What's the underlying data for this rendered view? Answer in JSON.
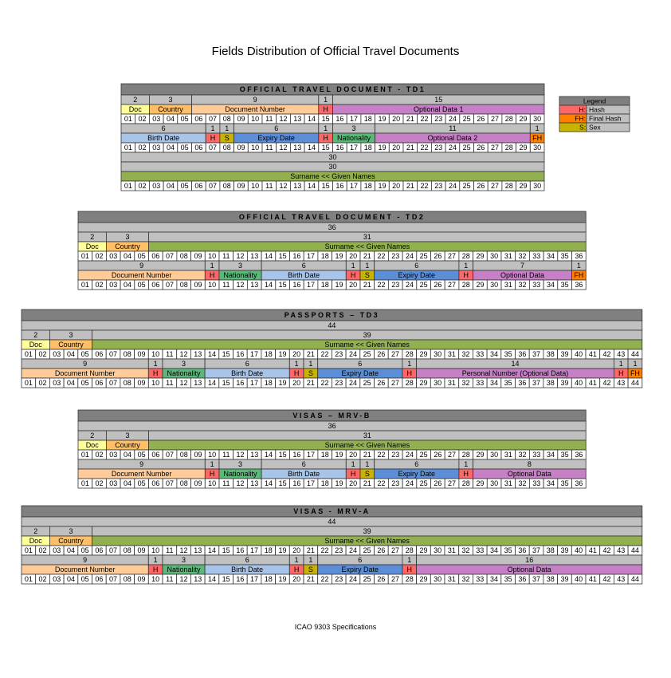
{
  "title": "Fields Distribution of Official Travel Documents",
  "footer": "ICAO 9303 Specifications",
  "colors": {
    "header": "#808080",
    "count": "#c0c0c0",
    "doc": "#ffff99",
    "country": "#ffbf66",
    "docnum": "#ffcc99",
    "optional": "#c680c6",
    "hash": "#ff6666",
    "finalhash": "#ff8000",
    "sex": "#c8b400",
    "date": "#a8c4e8",
    "expiry": "#5b8ed6",
    "nationality": "#5cb87a",
    "names": "#92b050",
    "cell": "#ffffff"
  },
  "legend": {
    "title": "Legend",
    "items": [
      {
        "key": "H",
        "label": "Hash",
        "color": "hash"
      },
      {
        "key": "FH",
        "label": "Final Hash",
        "color": "finalhash"
      },
      {
        "key": "S",
        "label": "Sex",
        "color": "sex"
      }
    ]
  },
  "documents": [
    {
      "header": "OFFICIAL   TRAVEL   DOCUMENT  -  TD1",
      "length": 30,
      "lines": [
        {
          "fields": [
            {
              "len": 2,
              "label": "Doc",
              "color": "doc"
            },
            {
              "len": 3,
              "label": "Country",
              "color": "country"
            },
            {
              "len": 9,
              "label": "Document Number",
              "color": "docnum"
            },
            {
              "len": 1,
              "label": "H",
              "color": "hash"
            },
            {
              "len": 15,
              "label": "Optional Data 1",
              "color": "optional"
            }
          ]
        },
        {
          "fields": [
            {
              "len": 6,
              "label": "Birth Date",
              "color": "date"
            },
            {
              "len": 1,
              "label": "H",
              "color": "hash"
            },
            {
              "len": 1,
              "label": "S",
              "color": "sex"
            },
            {
              "len": 6,
              "label": "Expiry Date",
              "color": "expiry"
            },
            {
              "len": 1,
              "label": "H",
              "color": "hash"
            },
            {
              "len": 3,
              "label": "Nationality",
              "color": "nationality"
            },
            {
              "len": 11,
              "label": "Optional Data 2",
              "color": "optional"
            },
            {
              "len": 1,
              "label": "FH",
              "color": "finalhash"
            }
          ]
        },
        {
          "total": "30",
          "fields": [
            {
              "len": 30,
              "label": "Surname << Given Names",
              "color": "names"
            }
          ]
        }
      ]
    },
    {
      "header": "OFFICIAL   TRAVEL   DOCUMENT  -  TD2",
      "length": 36,
      "lines": [
        {
          "total": "36",
          "fields": [
            {
              "len": 2,
              "label": "Doc",
              "color": "doc"
            },
            {
              "len": 3,
              "label": "Country",
              "color": "country"
            },
            {
              "len": 31,
              "label": "Surname << Given Names",
              "color": "names"
            }
          ]
        },
        {
          "fields": [
            {
              "len": 9,
              "label": "Document Number",
              "color": "docnum"
            },
            {
              "len": 1,
              "label": "H",
              "color": "hash"
            },
            {
              "len": 3,
              "label": "Nationality",
              "color": "nationality"
            },
            {
              "len": 6,
              "label": "Birth Date",
              "color": "date"
            },
            {
              "len": 1,
              "label": "H",
              "color": "hash"
            },
            {
              "len": 1,
              "label": "S",
              "color": "sex"
            },
            {
              "len": 6,
              "label": "Expiry Date",
              "color": "expiry"
            },
            {
              "len": 1,
              "label": "H",
              "color": "hash"
            },
            {
              "len": 7,
              "label": "Optional Data",
              "color": "optional"
            },
            {
              "len": 1,
              "label": "FH",
              "color": "finalhash"
            }
          ]
        }
      ]
    },
    {
      "header": "PASSPORTS  –  TD3",
      "length": 44,
      "lines": [
        {
          "total": "44",
          "fields": [
            {
              "len": 2,
              "label": "Doc",
              "color": "doc"
            },
            {
              "len": 3,
              "label": "Country",
              "color": "country"
            },
            {
              "len": 39,
              "label": "Surname << Given Names",
              "color": "names"
            }
          ]
        },
        {
          "fields": [
            {
              "len": 9,
              "label": "Document Number",
              "color": "docnum"
            },
            {
              "len": 1,
              "label": "H",
              "color": "hash"
            },
            {
              "len": 3,
              "label": "Nationality",
              "color": "nationality"
            },
            {
              "len": 6,
              "label": "Birth Date",
              "color": "date"
            },
            {
              "len": 1,
              "label": "H",
              "color": "hash"
            },
            {
              "len": 1,
              "label": "S",
              "color": "sex"
            },
            {
              "len": 6,
              "label": "Expiry Date",
              "color": "expiry"
            },
            {
              "len": 1,
              "label": "H",
              "color": "hash"
            },
            {
              "len": 14,
              "label": "Personal Number (Optional Data)",
              "color": "optional"
            },
            {
              "len": 1,
              "label": "H",
              "color": "hash"
            },
            {
              "len": 1,
              "label": "FH",
              "color": "finalhash"
            }
          ]
        }
      ]
    },
    {
      "header": "VISAS  –  MRV-B",
      "length": 36,
      "lines": [
        {
          "total": "36",
          "fields": [
            {
              "len": 2,
              "label": "Doc",
              "color": "doc"
            },
            {
              "len": 3,
              "label": "Country",
              "color": "country"
            },
            {
              "len": 31,
              "label": "Surname << Given Names",
              "color": "names"
            }
          ]
        },
        {
          "fields": [
            {
              "len": 9,
              "label": "Document Number",
              "color": "docnum"
            },
            {
              "len": 1,
              "label": "H",
              "color": "hash"
            },
            {
              "len": 3,
              "label": "Nationality",
              "color": "nationality"
            },
            {
              "len": 6,
              "label": "Birth Date",
              "color": "date"
            },
            {
              "len": 1,
              "label": "H",
              "color": "hash"
            },
            {
              "len": 1,
              "label": "S",
              "color": "sex"
            },
            {
              "len": 6,
              "label": "Expiry Date",
              "color": "expiry"
            },
            {
              "len": 1,
              "label": "H",
              "color": "hash"
            },
            {
              "len": 8,
              "label": "Optional Data",
              "color": "optional"
            }
          ]
        }
      ]
    },
    {
      "header": "VISAS  -  MRV-A",
      "length": 44,
      "lines": [
        {
          "total": "44",
          "fields": [
            {
              "len": 2,
              "label": "Doc",
              "color": "doc"
            },
            {
              "len": 3,
              "label": "Country",
              "color": "country"
            },
            {
              "len": 39,
              "label": "Surname << Given Names",
              "color": "names"
            }
          ]
        },
        {
          "fields": [
            {
              "len": 9,
              "label": "Document Number",
              "color": "docnum"
            },
            {
              "len": 1,
              "label": "H",
              "color": "hash"
            },
            {
              "len": 3,
              "label": "Nationality",
              "color": "nationality"
            },
            {
              "len": 6,
              "label": "Birth Date",
              "color": "date"
            },
            {
              "len": 1,
              "label": "H",
              "color": "hash"
            },
            {
              "len": 1,
              "label": "S",
              "color": "sex"
            },
            {
              "len": 6,
              "label": "Expiry Date",
              "color": "expiry"
            },
            {
              "len": 1,
              "label": "H",
              "color": "hash"
            },
            {
              "len": 16,
              "label": "Optional Data",
              "color": "optional"
            }
          ]
        }
      ]
    }
  ]
}
